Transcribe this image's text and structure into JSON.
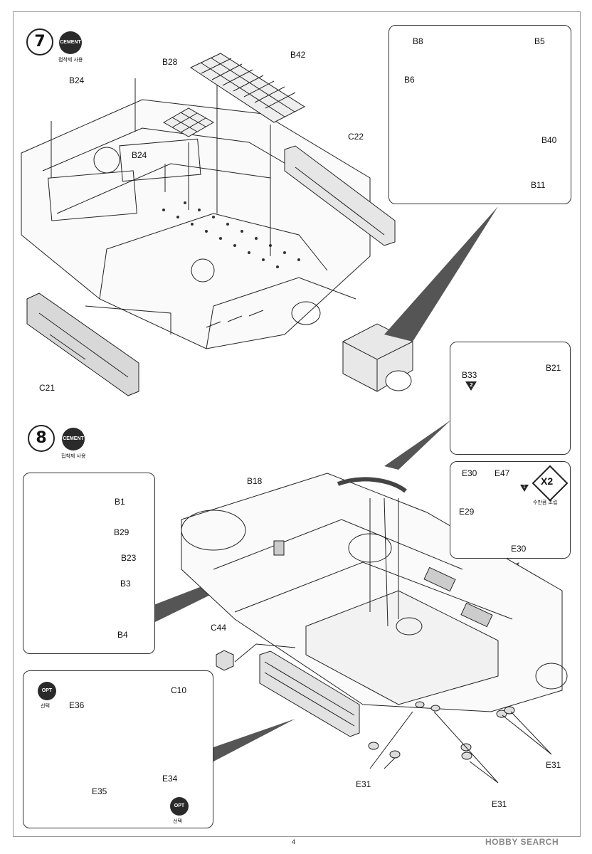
{
  "page": {
    "number": "4"
  },
  "watermark": {
    "text": "HOBBY SEARCH"
  },
  "step7": {
    "number": "7",
    "badge": "CEMENT",
    "badge_caption": "접착제 사용",
    "labels": {
      "b24a": "B24",
      "b24b": "B24",
      "b28": "B28",
      "b42": "B42",
      "c22": "C22",
      "c21": "C21"
    },
    "inset": {
      "b8": "B8",
      "b5": "B5",
      "b6": "B6",
      "b40": "B40",
      "b11": "B11"
    }
  },
  "step8": {
    "number": "8",
    "badge": "CEMENT",
    "badge_caption": "접착제 사용",
    "labels": {
      "b18": "B18",
      "c44": "C44",
      "e31a": "E31",
      "e31b": "E31",
      "e31c": "E31"
    },
    "inset_ring": {
      "b33": "B33",
      "b33_ref": "2",
      "b21": "B21"
    },
    "inset_hook": {
      "e30a": "E30",
      "e47": "E47",
      "e29": "E29",
      "e30b": "E30",
      "x2": "X2",
      "x2_caption": "수만큼 조립",
      "ref": "1"
    },
    "inset_hatch": {
      "b1": "B1",
      "b29": "B29",
      "b23": "B23",
      "b3": "B3",
      "b4": "B4"
    },
    "inset_armor": {
      "opt": "OPT",
      "opt_caption": "선택",
      "e36": "E36",
      "c10": "C10",
      "e35": "E35",
      "e34": "E34",
      "opt2": "OPT",
      "opt2_caption": "선택"
    }
  }
}
